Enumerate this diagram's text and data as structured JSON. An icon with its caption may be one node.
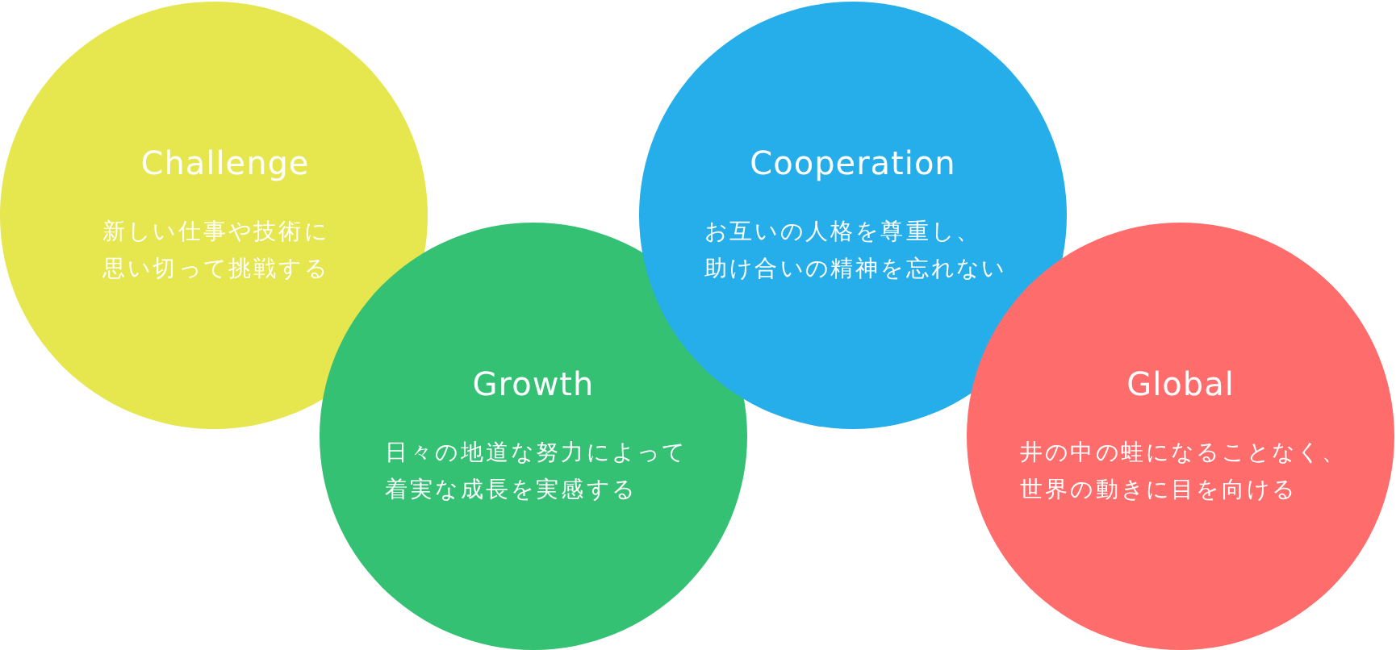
{
  "diagram": {
    "nodes": [
      {
        "text": [
          "Challenge",
          "新しい仕事や技術に思い切って挑戦する"
        ]
      },
      {
        "text": [
          "Growth",
          "日々の地道な努力によって着実な成長を実感する"
        ]
      },
      {
        "text": [
          "Cooperation",
          "お互いの人格を尊重し、助け合いの精神を忘れない"
        ]
      },
      {
        "text": [
          "Global",
          "井の中の蛙になることなく、世界の動きに目を向ける"
        ]
      }
    ]
  }
}
